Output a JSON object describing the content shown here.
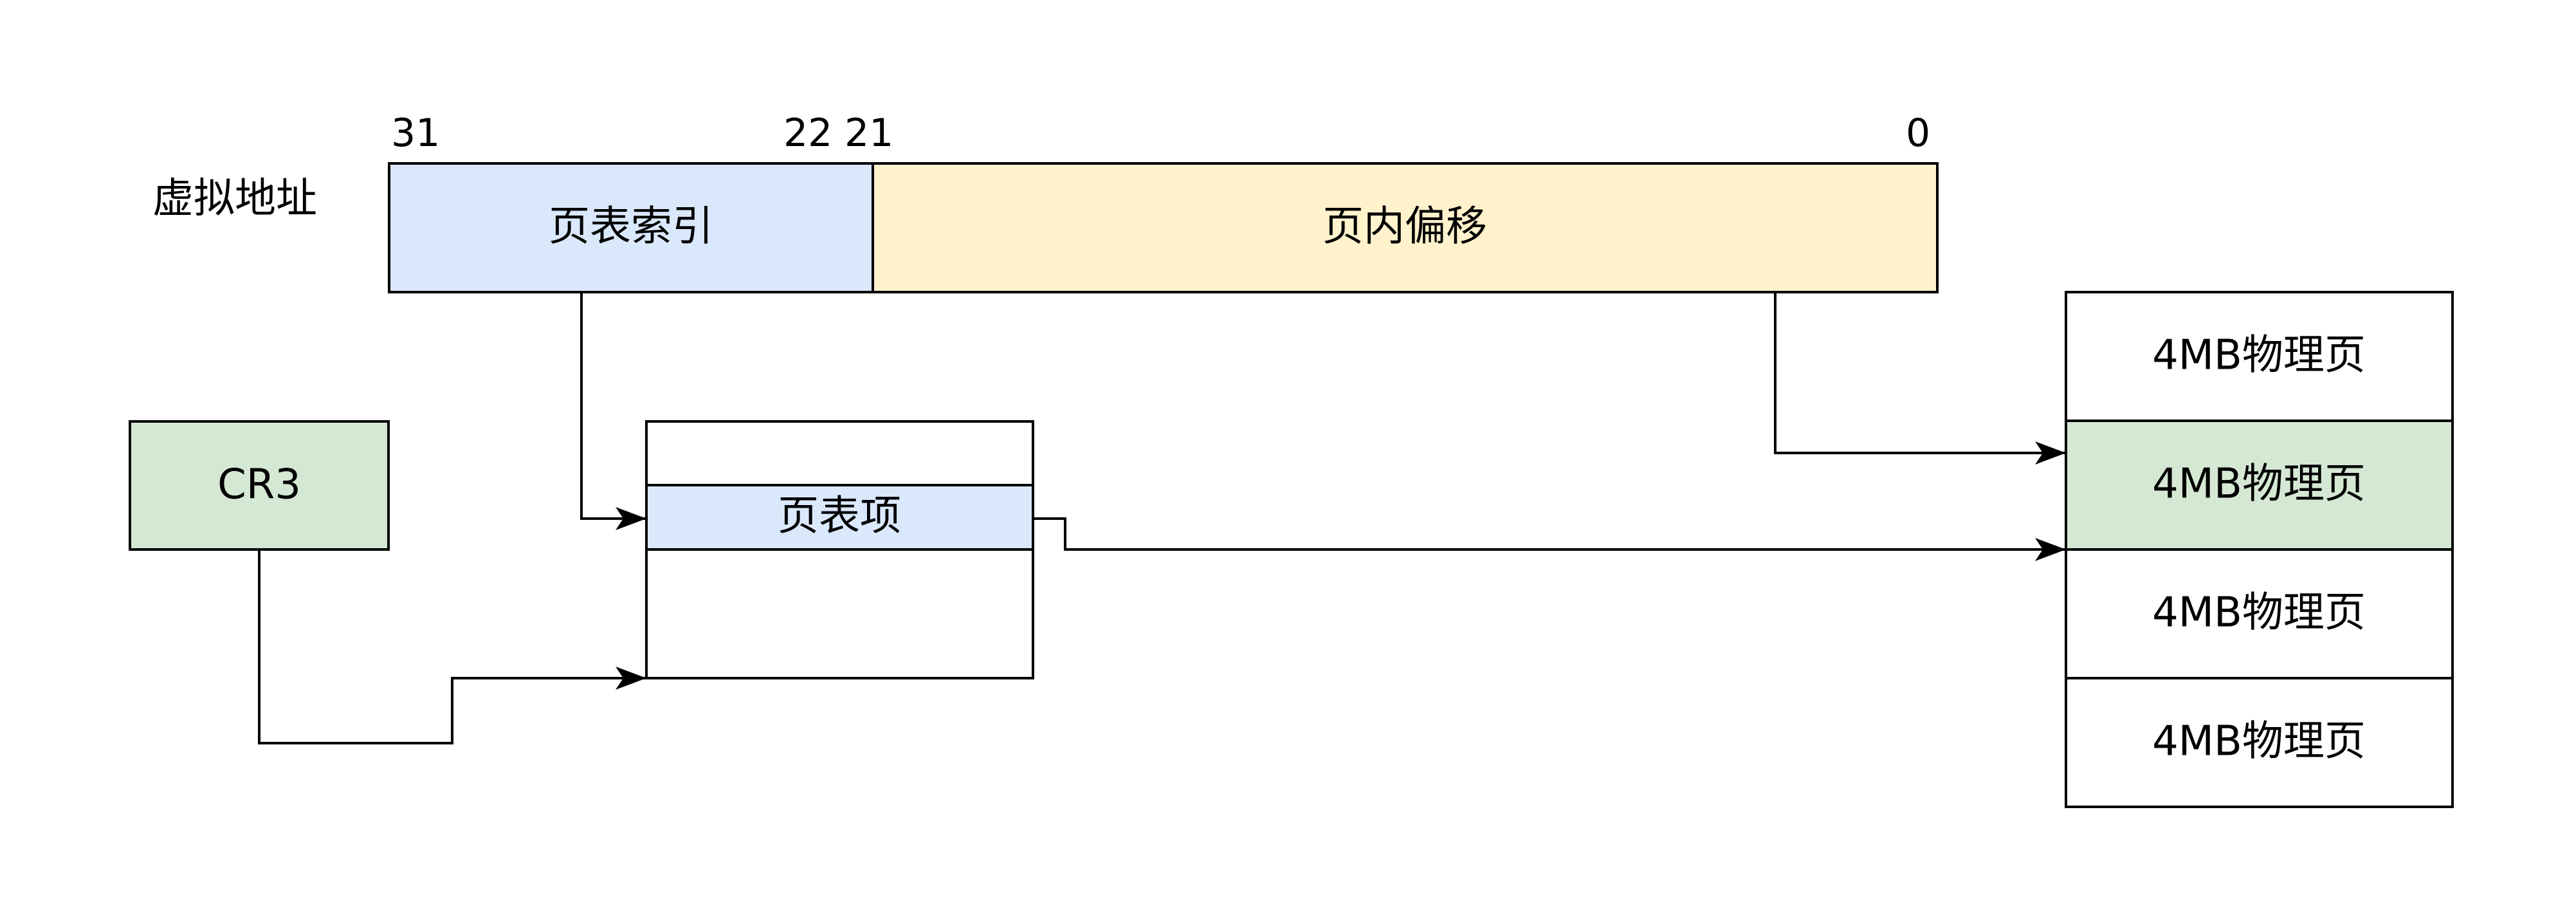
{
  "virtual_address": {
    "label": "虚拟地址",
    "bits": {
      "b31": "31",
      "b22": "22",
      "b21": "21",
      "b0": "0"
    },
    "page_index": {
      "label": "页表索引",
      "fill": "#dae8fc"
    },
    "page_offset": {
      "label": "页内偏移",
      "fill": "#fff2cc"
    }
  },
  "cr3": {
    "label": "CR3",
    "fill": "#d5e8d4"
  },
  "page_table": {
    "entry_label": "页表项",
    "entry_fill": "#dae8fc"
  },
  "physical_pages": [
    {
      "label": "4MB物理页",
      "fill": "#ffffff"
    },
    {
      "label": "4MB物理页",
      "fill": "#d5e8d4"
    },
    {
      "label": "4MB物理页",
      "fill": "#ffffff"
    },
    {
      "label": "4MB物理页",
      "fill": "#ffffff"
    }
  ]
}
